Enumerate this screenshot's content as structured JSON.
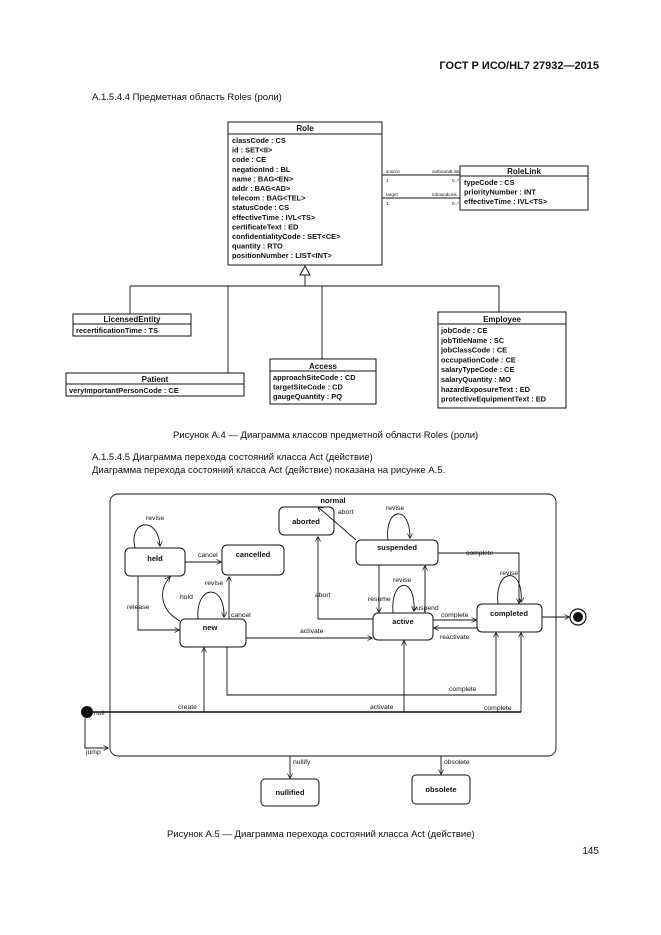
{
  "header": {
    "standard": "ГОСТ Р ИСО/HL7 27932—2015"
  },
  "sections": {
    "s1": "А.1.5.4.4 Предметная область Roles (роли)",
    "s2_title": "А.1.5.4.5 Диаграмма перехода состояний класса Act (действие)",
    "s2_body": "Диаграмма перехода состояний класса Act (действие) показана на рисунке А.5."
  },
  "fig4": {
    "caption": "Рисунок А.4 — Диаграмма классов предметной области Roles (роли)",
    "role": {
      "name": "Role",
      "attrs": [
        "classCode : CS",
        "id : SET<II>",
        "code : CE",
        "negationInd : BL",
        "name : BAG<EN>",
        "addr : BAG<AD>",
        "telecom : BAG<TEL>",
        "statusCode : CS",
        "effectiveTime : IVL<TS>",
        "certificateText : ED",
        "confidentialityCode : SET<CE>",
        "quantity : RTO",
        "positionNumber : LIST<INT>"
      ]
    },
    "rolelink": {
      "name": "RoleLink",
      "attrs": [
        "typeCode : CS",
        "priorityNumber : INT",
        "effectiveTime : IVL<TS>"
      ]
    },
    "assoc": {
      "source": "source",
      "outbound": "outboundLink",
      "target": "target",
      "inbound": "inboundLink",
      "one_a": "1",
      "many_a": "0..*",
      "one_b": "1",
      "many_b": "0..*"
    },
    "licensed": {
      "name": "LicensedEntity",
      "attrs": [
        "recertificationTime : TS"
      ]
    },
    "patient": {
      "name": "Patient",
      "attrs": [
        "veryImportantPersonCode : CE"
      ]
    },
    "access": {
      "name": "Access",
      "attrs": [
        "approachSiteCode : CD",
        "targetSiteCode : CD",
        "gaugeQuantity : PQ"
      ]
    },
    "employee": {
      "name": "Employee",
      "attrs": [
        "jobCode : CE",
        "jobTitleName : SC",
        "jobClassCode : CE",
        "occupationCode : CE",
        "salaryTypeCode : CE",
        "salaryQuantity : MO",
        "hazardExposureText : ED",
        "protectiveEquipmentText : ED"
      ]
    }
  },
  "fig5": {
    "caption": "Рисунок А.5 — Диаграмма перехода состояний класса Act (действие)",
    "states": {
      "normal": "normal",
      "aborted": "aborted",
      "held": "held",
      "cancelled": "cancelled",
      "suspended": "suspended",
      "new": "new",
      "active": "active",
      "completed": "completed",
      "nullified": "nullified",
      "obsolete": "obsolete"
    },
    "transitions": {
      "revise_held": "revise",
      "revise_suspended": "revise",
      "revise_new": "revise",
      "revise_active": "revise",
      "revise_completed": "revise",
      "abort_top": "abort",
      "abort_mid": "abort",
      "cancel_held": "cancel",
      "cancel_new": "cancel",
      "complete_susp": "complete",
      "complete_active": "complete",
      "complete_new": "complete",
      "complete_null": "complete",
      "hold": "hold",
      "release": "release",
      "resume": "resume",
      "suspend": "suspend",
      "activate_new": "activate",
      "activate_null": "activate",
      "reactivate": "reactivate",
      "create": "create",
      "null": "null",
      "jump": "jump",
      "nullify": "nullify",
      "obsolete": "obsolete"
    }
  },
  "page_number": "145"
}
